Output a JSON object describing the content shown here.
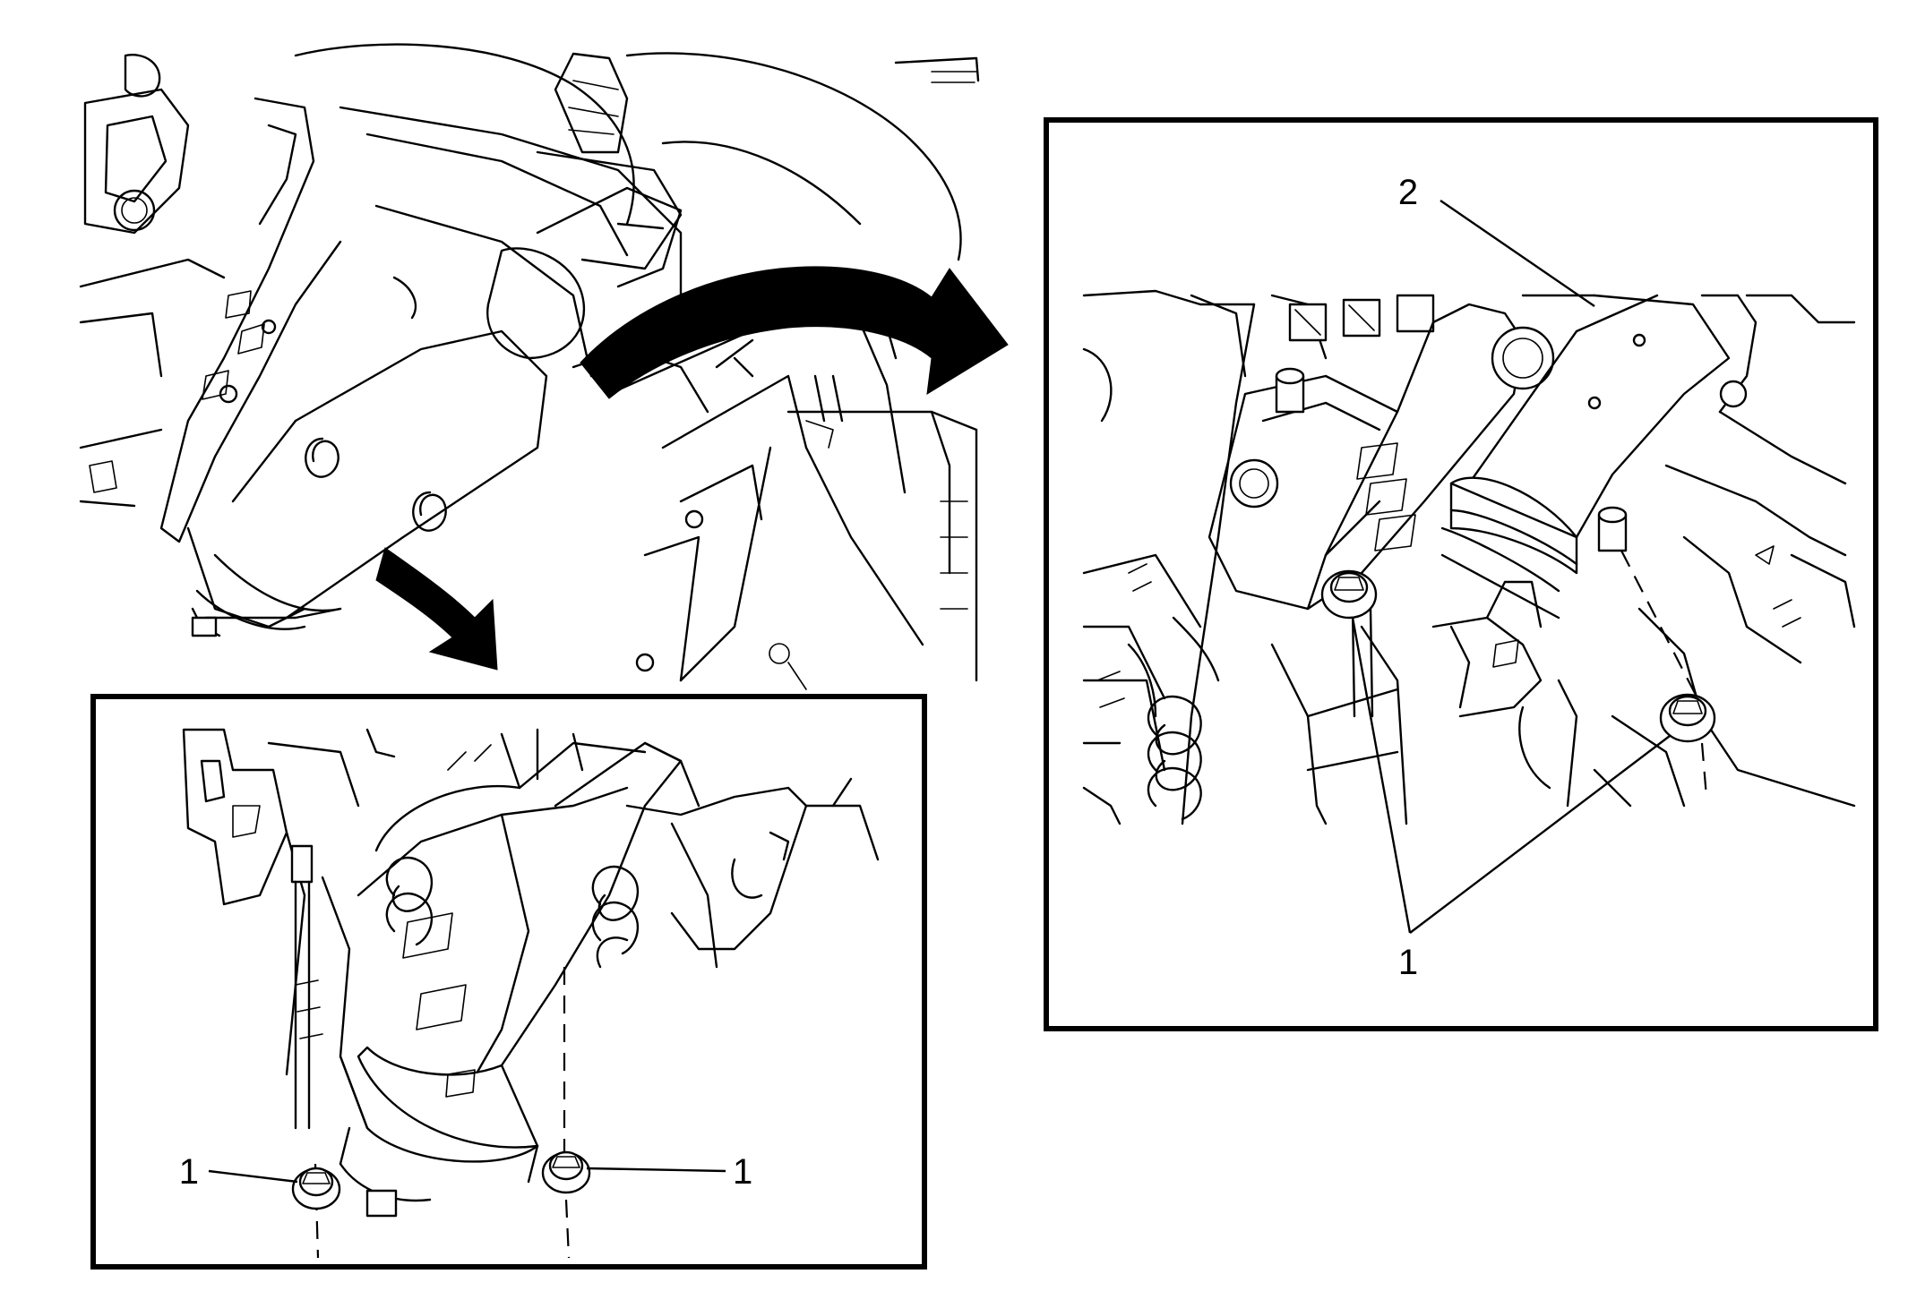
{
  "callouts": {
    "bottom_left": "1",
    "bottom_right": "1",
    "inset_column": "2",
    "inset_fasteners": "1"
  }
}
